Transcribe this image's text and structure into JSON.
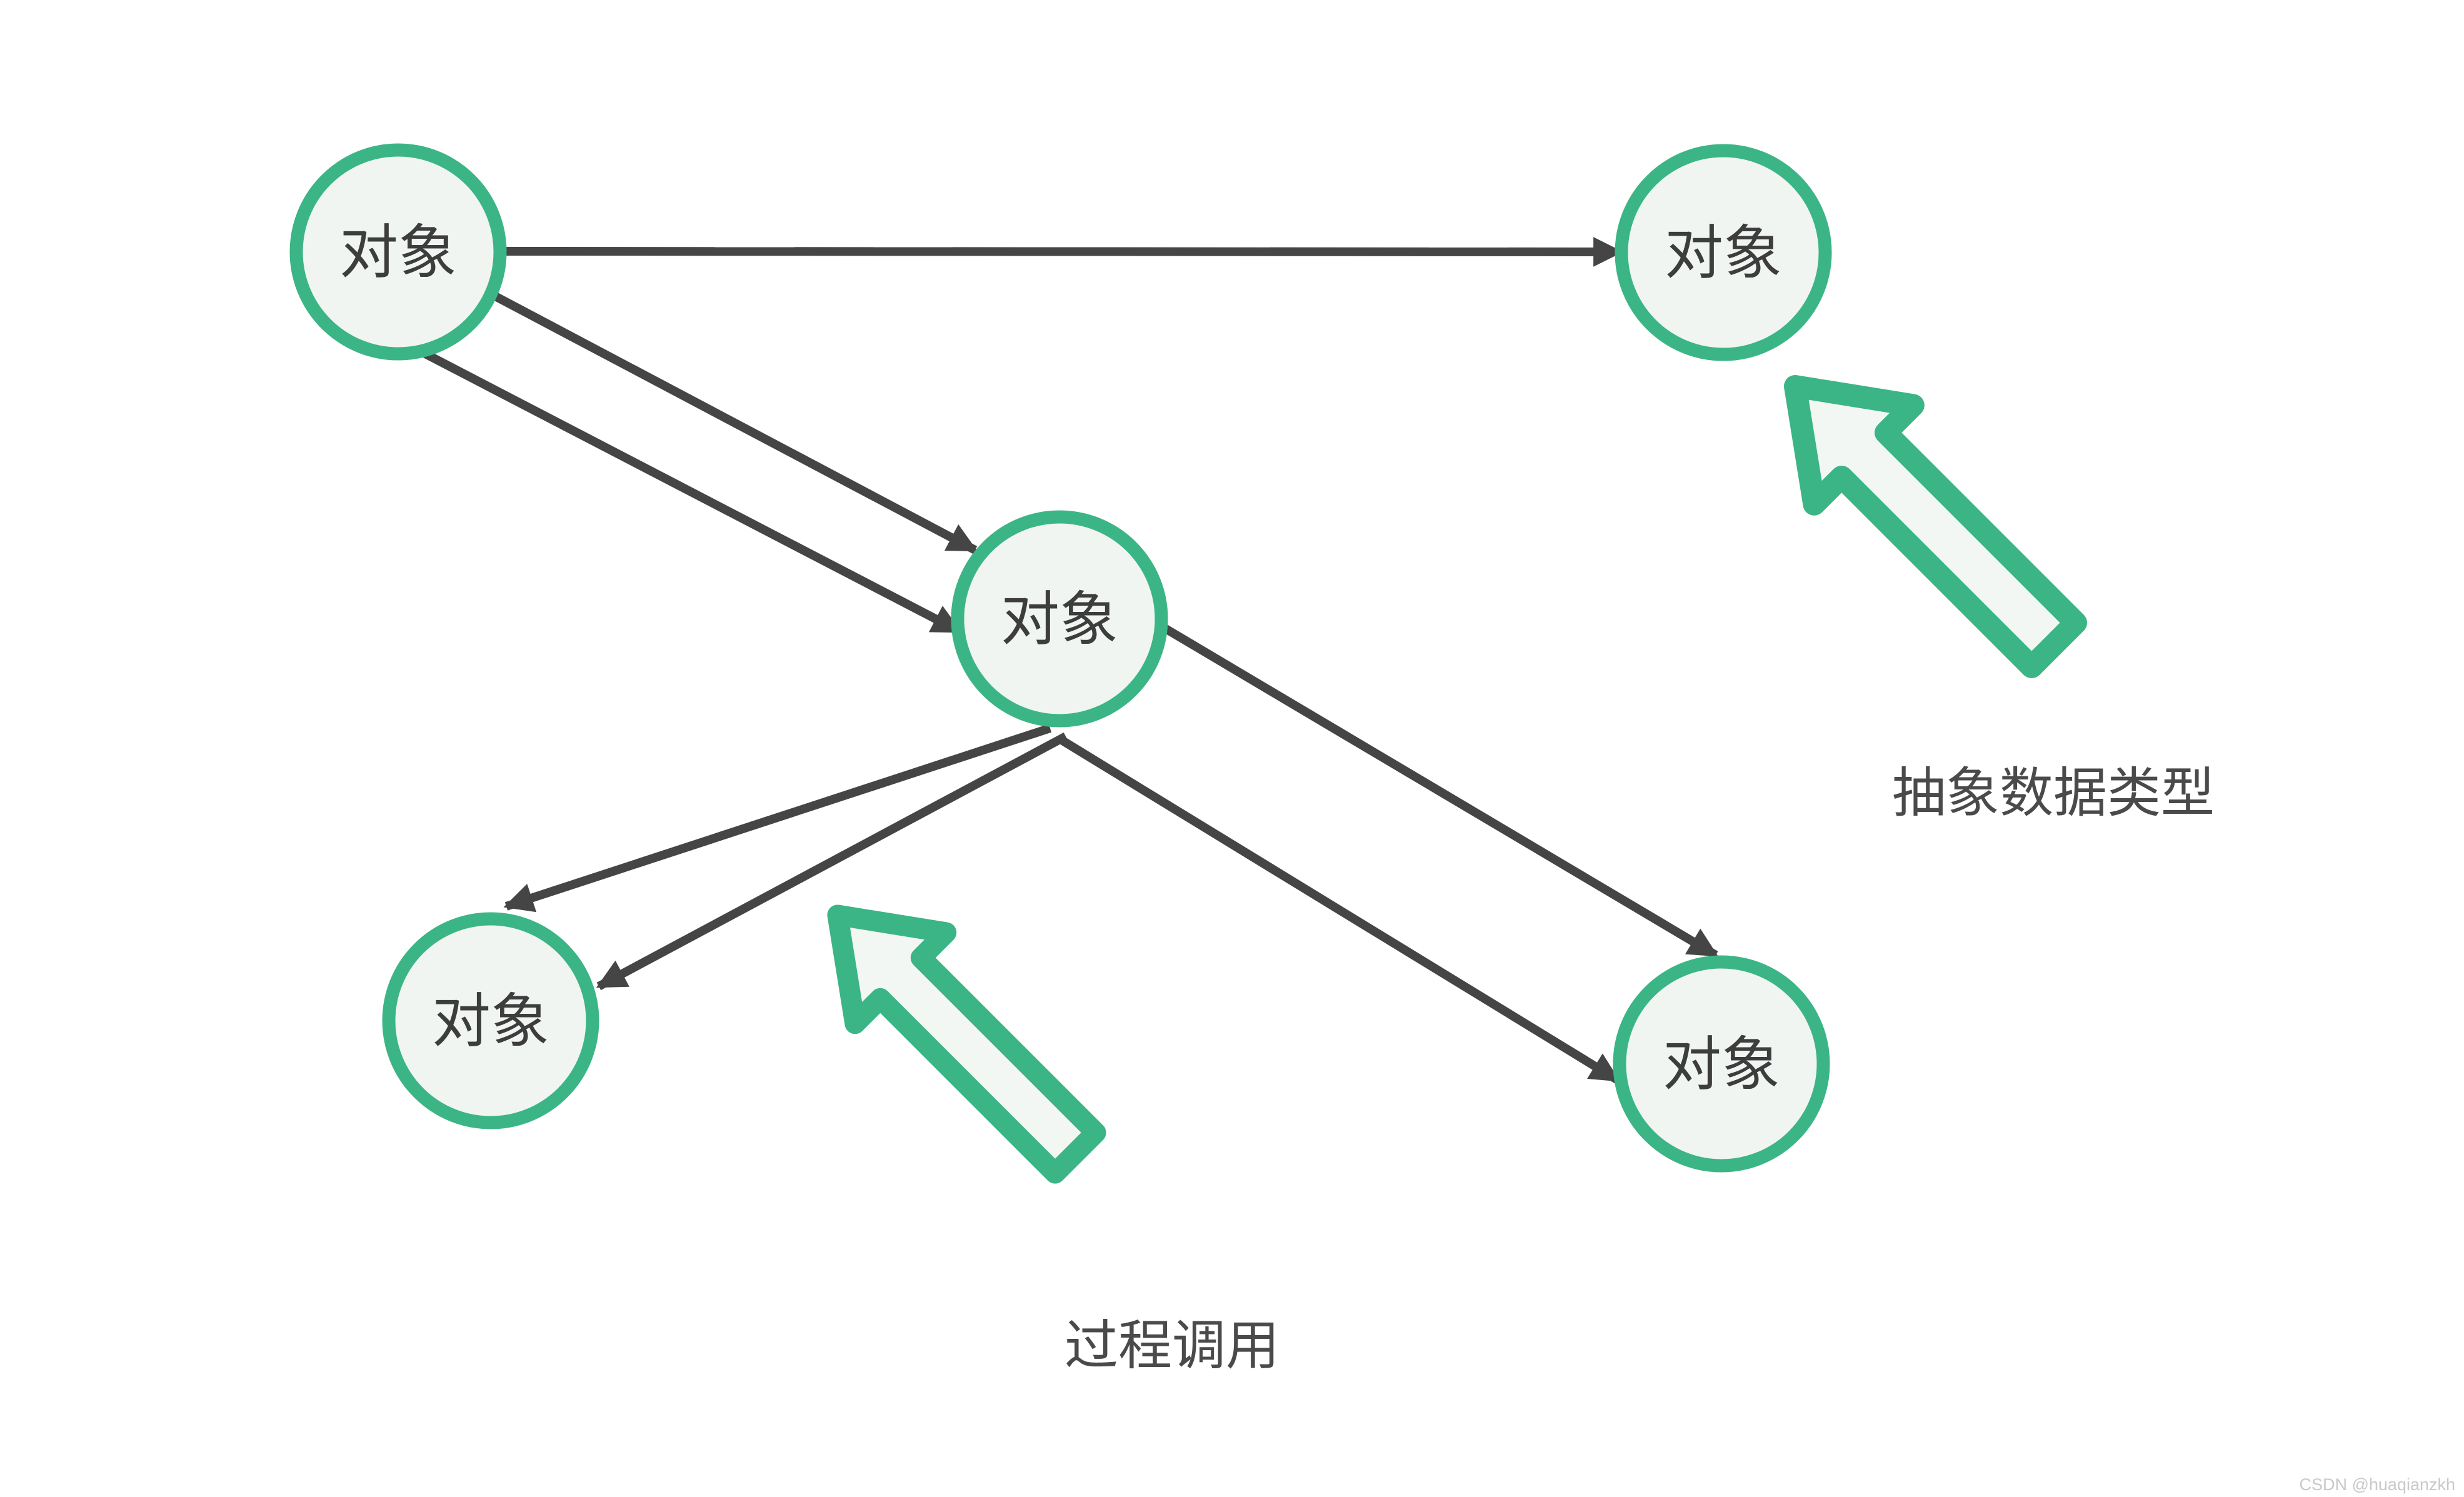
{
  "diagram": {
    "nodes": [
      {
        "id": "top-left",
        "label": "对象"
      },
      {
        "id": "top-right",
        "label": "对象"
      },
      {
        "id": "middle",
        "label": "对象"
      },
      {
        "id": "bottom-left",
        "label": "对象"
      },
      {
        "id": "bottom-right",
        "label": "对象"
      }
    ],
    "edges": [
      {
        "from": "top-left",
        "to": "top-right",
        "style": "straight-horizontal-arrow"
      },
      {
        "from": "top-left",
        "to": "middle",
        "style": "diagonal-arrow-upper"
      },
      {
        "from": "top-left",
        "to": "middle",
        "style": "diagonal-arrow-lower"
      },
      {
        "from": "middle",
        "to": "bottom-left",
        "style": "diagonal-arrow-to-top"
      },
      {
        "from": "middle",
        "to": "bottom-left",
        "style": "diagonal-arrow-to-right-side"
      },
      {
        "from": "middle",
        "to": "bottom-right",
        "style": "diagonal-arrow-to-top"
      },
      {
        "from": "middle",
        "to": "bottom-right",
        "style": "diagonal-arrow-to-left-side"
      }
    ],
    "annotations": [
      {
        "id": "adt-label",
        "text": "抽象数据类型",
        "points_to": "top-right node"
      },
      {
        "id": "call-label",
        "text": "过程调用",
        "points_to": "middle node edges"
      }
    ],
    "watermark": "CSDN @huaqianzkh",
    "colors": {
      "background": "#ffffff",
      "node_fill": "#f0f5f2",
      "node_border_green": "#3cb586",
      "edge_dark": "#454545",
      "label_text": "#4a4a4a",
      "node_text": "#3d3d3d",
      "watermark_gray": "#c9c9c9",
      "block_arrow_fill": "#f2f7f4"
    }
  }
}
